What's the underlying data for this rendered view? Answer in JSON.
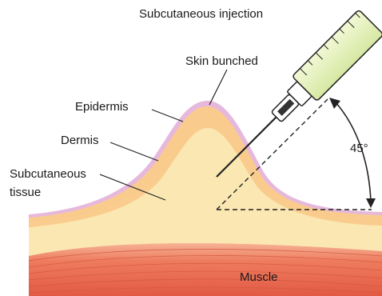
{
  "title": "Subcutaneous injection",
  "labels": {
    "skin_bunched": "Skin bunched",
    "epidermis": "Epidermis",
    "dermis": "Dermis",
    "subcutaneous_line1": "Subcutaneous",
    "subcutaneous_line2": "tissue",
    "muscle": "Muscle",
    "angle": "45°"
  },
  "colors": {
    "epidermis": "#e6b8dc",
    "dermis": "#f9cc8e",
    "subcutaneous": "#fbe7b2",
    "muscle": "#e8654b",
    "syringe_barrel": "#e4f0b8"
  }
}
